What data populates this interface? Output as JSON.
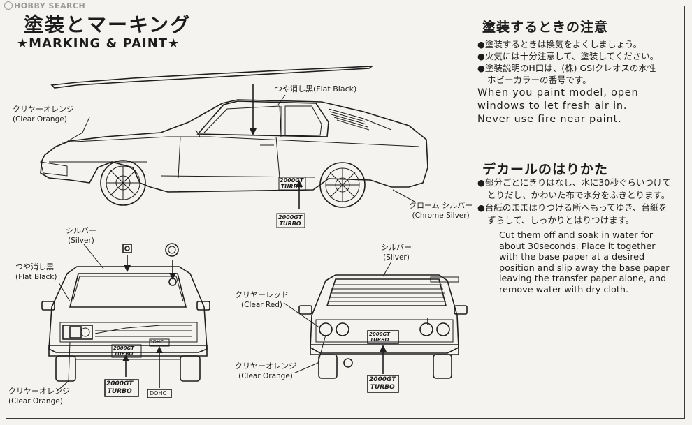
{
  "watermark": "HOBBY SEARCH",
  "title_jp": "塗装とマーキング",
  "title_en": "★MARKING & PAINT★",
  "labels": {
    "flat_black_side": "つや消し黒(Flat Black)",
    "clear_orange_side_jp": "クリヤーオレンジ",
    "clear_orange_side_en": "(Clear Orange)",
    "chrome_silver_jp": "クローム シルバー",
    "chrome_silver_en": "(Chrome Silver)",
    "silver_front_jp": "シルバー",
    "silver_front_en": "(Silver)",
    "flat_black_front_jp": "つや消し黒",
    "flat_black_front_en": "(Flat Black)",
    "clear_orange_front_jp": "クリヤーオレンジ",
    "clear_orange_front_en": "(Clear Orange)",
    "silver_rear_jp": "シルバー",
    "silver_rear_en": "(Silver)",
    "clear_red_jp": "クリヤーレッド",
    "clear_red_en": "(Clear Red)",
    "clear_orange_rear_jp": "クリヤーオレンジ",
    "clear_orange_rear_en": "(Clear Orange)"
  },
  "decal_texts": {
    "badge_line1": "2000GT",
    "badge_line2": "TURBO",
    "dohc_plate": "DOHC"
  },
  "paint_notes": {
    "heading": "塗装するときの注意",
    "items": [
      "●塗装するときは換気をよくしましょう。",
      "●火気には十分注意して、塗装してください。",
      "●塗装説明のH口は、(株) GSIクレオスの水性"
    ],
    "item3_cont": "ホビーカラーの番号です。",
    "en": [
      "When you paint model, open",
      "windows to let fresh air in.",
      "Never use fire near paint."
    ]
  },
  "decal_notes": {
    "heading": "デカールのはりかた",
    "item1": "●部分ごとにきりはなし、水に30秒ぐらいつけて",
    "item1_cont": "とりだし、かわいた布で水分をふきとります。",
    "item2": "●台紙のままはりつける所へもってゆき、台紙を",
    "item2_cont": "ずらして、しっかりとはりつけます。",
    "en": [
      "Cut them off and soak in water for",
      "about 30seconds. Place it together",
      "with the base paper at a desired",
      "position and slip away the base paper",
      "leaving the transfer paper alone, and",
      "remove water with dry cloth."
    ]
  }
}
